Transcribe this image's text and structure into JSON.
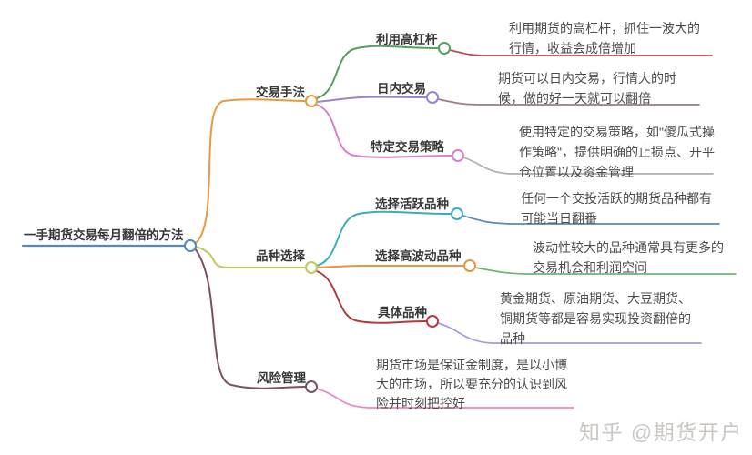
{
  "palette": {
    "root_line": "#5588c0",
    "trading": "#e89a40",
    "variety": "#c2c85e",
    "risk": "#7a525a",
    "leverage": "#55a05e",
    "intraday": "#9b84cc",
    "strategy": "#d77fce",
    "active": "#3aacbe",
    "volatile": "#e8953f",
    "specific": "#b23a40",
    "desc_leverage": "#c04b4e",
    "desc_intraday": "#9b7b87",
    "desc_strategy": "#b3afac",
    "desc_active": "#5d87b8",
    "desc_volatile": "#68b96c",
    "desc_specific": "#a59cd8",
    "desc_risk": "#f083c4",
    "node_text": "#383838",
    "desc_text": "#4c4c4c",
    "watermark_text": "#cbc8c4"
  },
  "root": {
    "label": "一手期货交易每月翻倍的方法"
  },
  "topics": [
    {
      "label": "交易手法",
      "children": [
        {
          "label": "利用高杠杆",
          "desc": "利用期货的高杠杆，抓住一波大的\n行情，收益会成倍增加"
        },
        {
          "label": "日内交易",
          "desc": "期货可以日内交易，行情大的时\n候，做的好一天就可以翻倍"
        },
        {
          "label": "特定交易策略",
          "desc": "使用特定的交易策略，如\"傻瓜式操\n作策略\"，提供明确的止损点、开平\n仓位置以及资金管理"
        }
      ]
    },
    {
      "label": "品种选择",
      "children": [
        {
          "label": "选择活跃品种",
          "desc": "任何一个交投活跃的期货品种都有\n可能当日翻番"
        },
        {
          "label": "选择高波动品种",
          "desc": "波动性较大的品种通常具有更多的\n交易机会和利润空间"
        },
        {
          "label": "具体品种",
          "desc": "黄金期货、原油期货、大豆期货、\n铜期货等都是容易实现投资翻倍的\n品种"
        }
      ]
    },
    {
      "label": "风险管理",
      "desc": "期货市场是保证金制度，是以小博\n大的市场，所以要充分的认识到风\n险并时刻把控好"
    }
  ],
  "watermark": "知乎 @期货开户"
}
